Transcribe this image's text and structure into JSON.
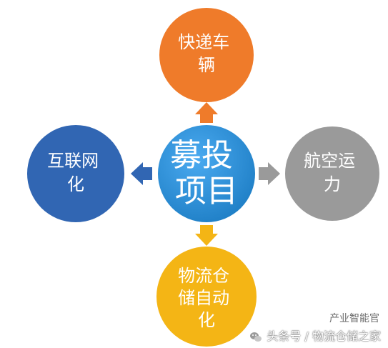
{
  "diagram": {
    "center": {
      "lines": [
        "募投",
        "项目"
      ],
      "color": "#2f96d8"
    },
    "top": {
      "lines": [
        "快递车",
        "辆"
      ],
      "color": "#ef7b2a"
    },
    "left": {
      "lines": [
        "互联网",
        "化"
      ],
      "color": "#3166b3"
    },
    "right": {
      "lines": [
        "航空运",
        "力"
      ],
      "color": "#9a9a9a"
    },
    "bottom": {
      "lines": [
        "物流仓",
        "储自动",
        "化"
      ],
      "color": "#f4b515"
    },
    "arrow_colors": {
      "top": "#ef7b2a",
      "left": "#3166b3",
      "right": "#9a9a9a",
      "bottom": "#f4b515"
    }
  },
  "watermark": {
    "top_text": "产业智能官",
    "bottom_text": "头条号 / 物流仓储之家",
    "icon": "wechat-bubble-icon"
  }
}
